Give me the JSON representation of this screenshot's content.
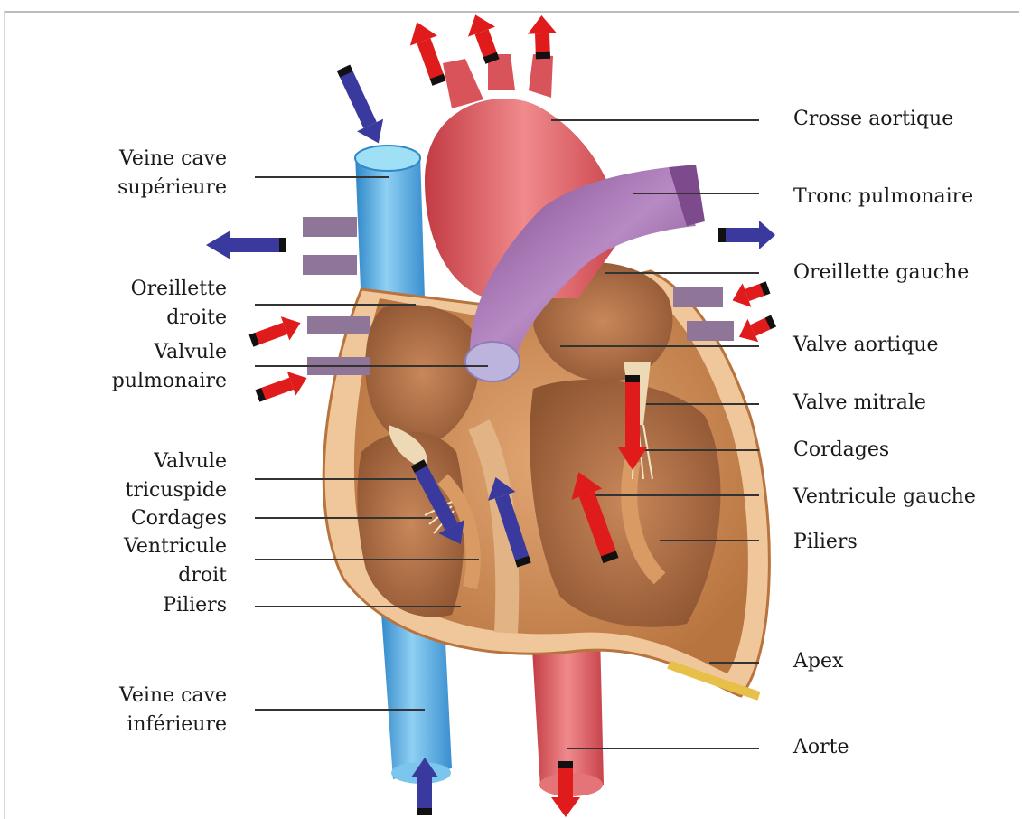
{
  "labels_left": {
    "veine_cave_superieure": [
      "Veine cave",
      "supérieure"
    ],
    "oreillette_droite": [
      "Oreillette",
      "droite"
    ],
    "valvule_pulmonaire": [
      "Valvule",
      "pulmonaire"
    ],
    "valvule_tricuspide": [
      "Valvule",
      "tricuspide"
    ],
    "cordages": "Cordages",
    "ventricule_droit": [
      "Ventricule",
      "droit"
    ],
    "piliers": "Piliers",
    "veine_cave_inferieure": [
      "Veine cave",
      "inférieure"
    ]
  },
  "labels_right": {
    "crosse_aortique": "Crosse aortique",
    "tronc_pulmonaire": "Tronc pulmonaire",
    "oreillette_gauche": "Oreillette gauche",
    "valve_aortique": "Valve aortique",
    "valve_mitrale": "Valve mitrale",
    "cordages": "Cordages",
    "ventricule_gauche": "Ventricule gauche",
    "piliers": "Piliers",
    "apex": "Apex",
    "aorte": "Aorte"
  },
  "colors": {
    "oxygenated_arrow": "#e01b1b",
    "deoxygenated_arrow": "#3a3a9e",
    "vena_cava": "#5fb3e6",
    "aorta": "#d9545a",
    "pulmonary_trunk": "#8f5c9c",
    "myocardium": "#c98a5a"
  }
}
